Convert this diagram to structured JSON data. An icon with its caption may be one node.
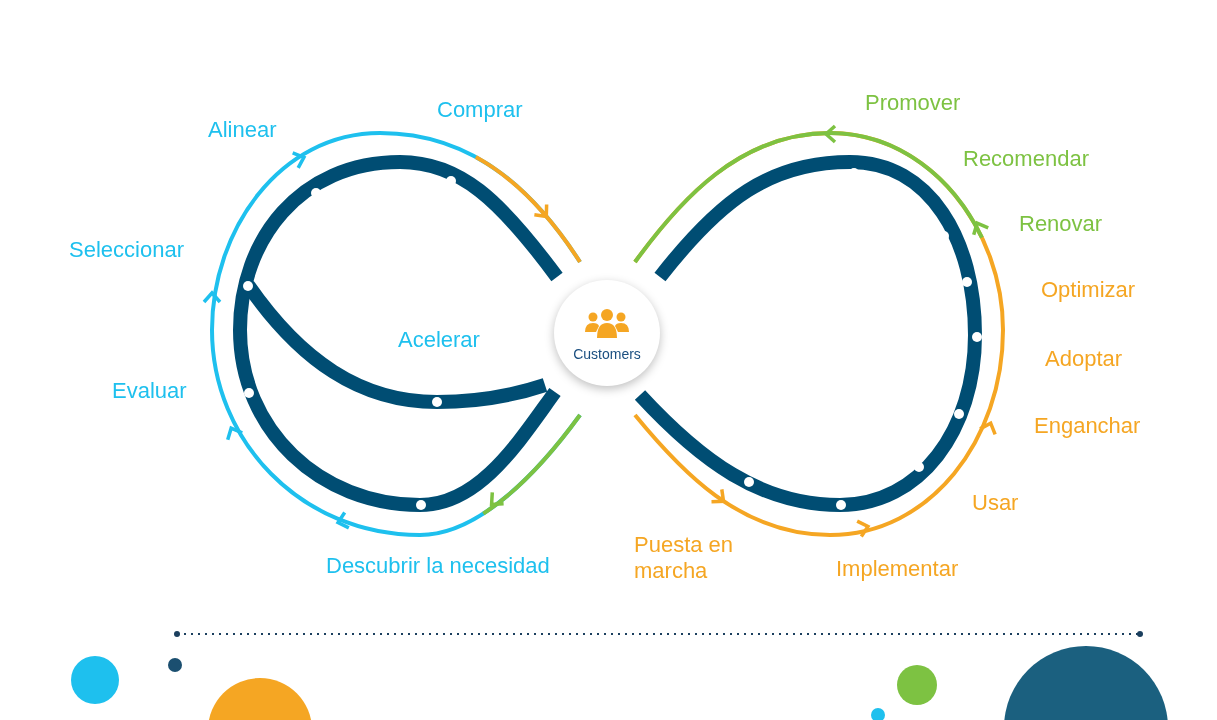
{
  "diagram": {
    "nodes": [
      {
        "text": [
          "Customers"
        ]
      }
    ],
    "edges": [],
    "labels": [
      "Promover",
      "Comprar",
      "Alinear",
      "Recomendar",
      "Renovar",
      "Seleccionar",
      "Optimizar",
      "Acelerar",
      "Adoptar",
      "Evaluar",
      "Enganchar",
      "Usar",
      "Puesta en marcha",
      "Descubrir la necesidad",
      "Implementar"
    ]
  }
}
